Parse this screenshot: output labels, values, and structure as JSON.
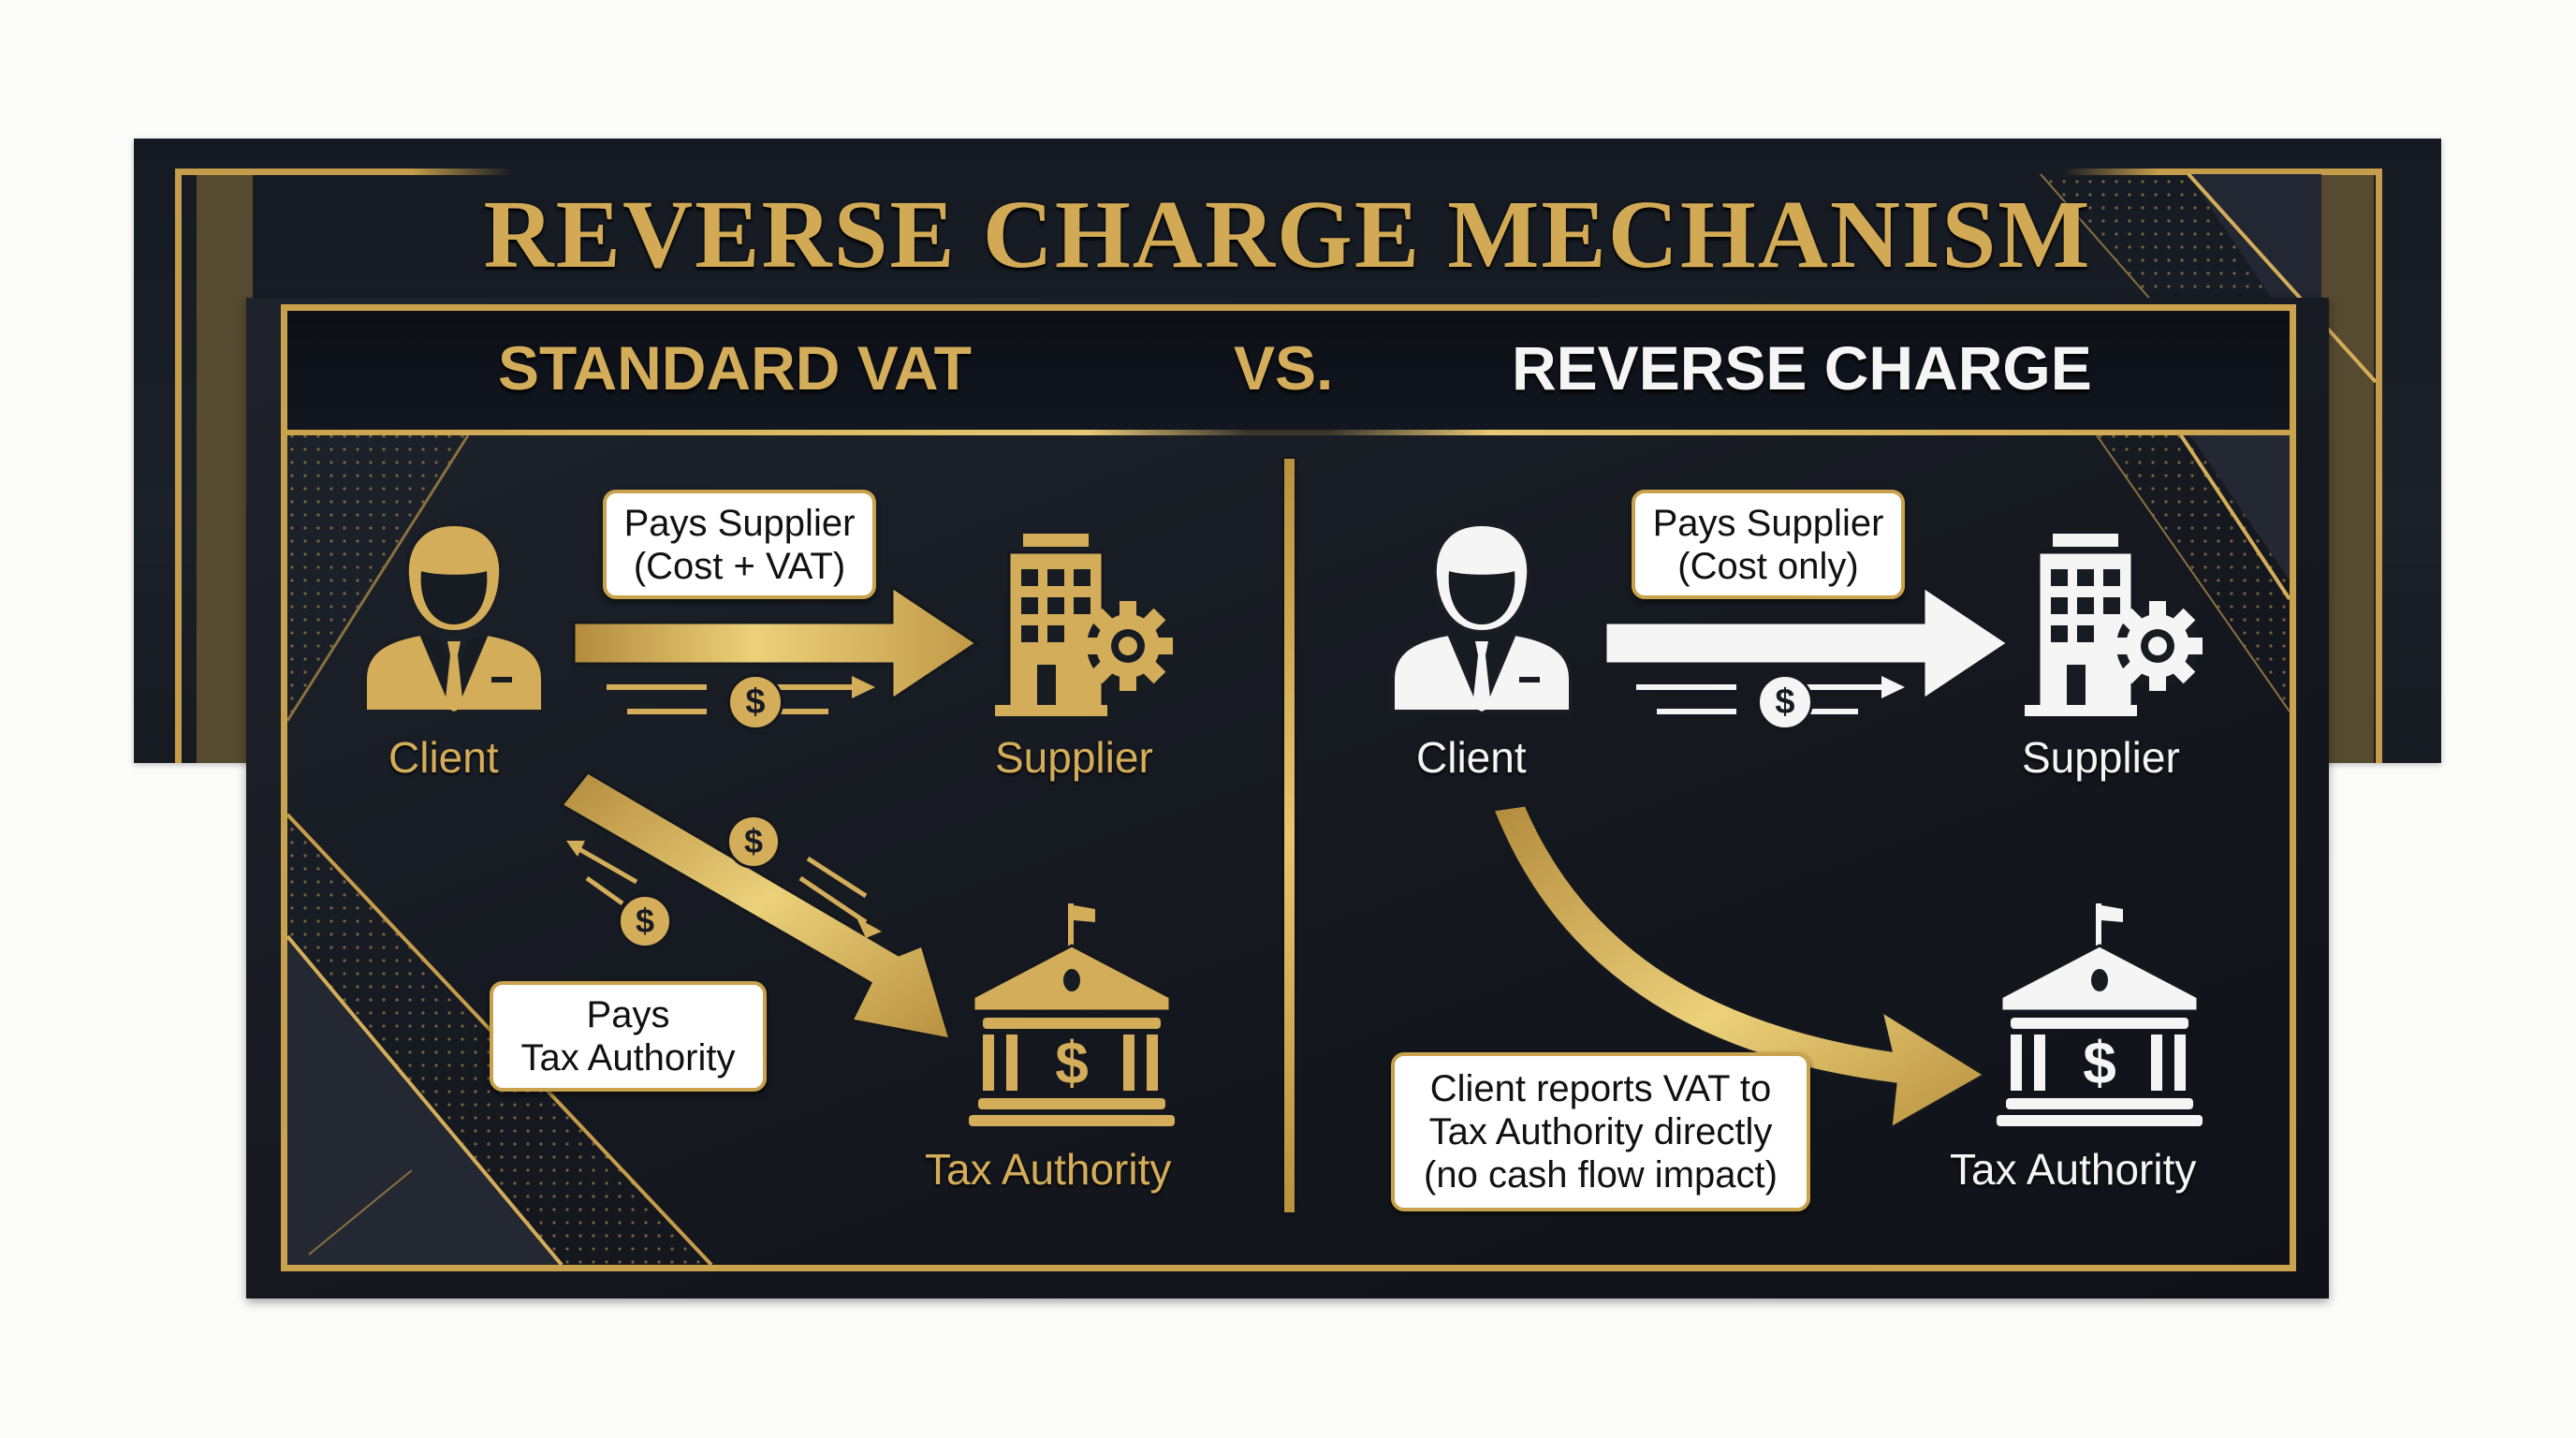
{
  "title": "REVERSE CHARGE MECHANISM",
  "header": {
    "left": "STANDARD VAT",
    "vs": "VS.",
    "right": "REVERSE CHARGE"
  },
  "colors": {
    "gold": "#d4ad5a",
    "white": "#f5f5f5",
    "background": "#171b23",
    "label_box_border": "#c9a24d"
  },
  "standard_vat": {
    "nodes": {
      "client": "Client",
      "supplier": "Supplier",
      "tax_authority": "Tax Authority"
    },
    "client_to_supplier_label": [
      "Pays Supplier",
      "(Cost + VAT)"
    ],
    "client_to_tax_label": [
      "Pays",
      "Tax Authority"
    ],
    "icons": [
      "person-icon",
      "building-gear-icon",
      "government-building-icon",
      "dollar-coin-icon"
    ]
  },
  "reverse_charge": {
    "nodes": {
      "client": "Client",
      "supplier": "Supplier",
      "tax_authority": "Tax Authority"
    },
    "client_to_supplier_label": [
      "Pays Supplier",
      "(Cost only)"
    ],
    "client_to_tax_label": [
      "Client reports VAT to",
      "Tax Authority directly",
      "(no cash flow impact)"
    ],
    "icons": [
      "person-icon",
      "building-gear-icon",
      "government-building-icon",
      "dollar-coin-icon"
    ]
  },
  "coin_symbol": "$"
}
